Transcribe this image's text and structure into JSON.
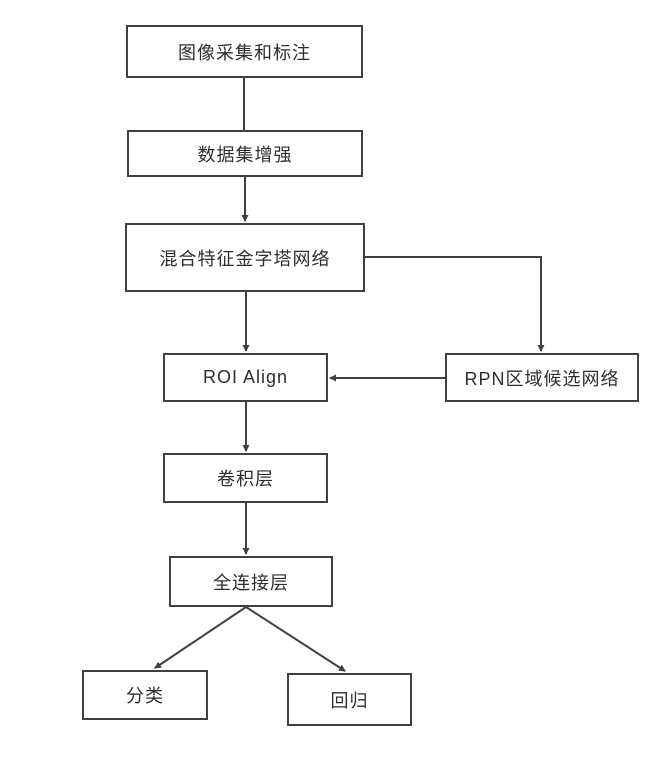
{
  "diagram": {
    "type": "flowchart",
    "nodes": [
      {
        "id": "image-collection",
        "label": "图像采集和标注"
      },
      {
        "id": "dataset-augmentation",
        "label": "数据集增强"
      },
      {
        "id": "hybrid-fpn",
        "label": "混合特征金字塔网络"
      },
      {
        "id": "roi-align",
        "label": "ROI Align"
      },
      {
        "id": "rpn",
        "label": "RPN区域候选网络"
      },
      {
        "id": "conv-layer",
        "label": "卷积层"
      },
      {
        "id": "fc-layer",
        "label": "全连接层"
      },
      {
        "id": "classification",
        "label": "分类"
      },
      {
        "id": "regression",
        "label": "回归"
      }
    ],
    "edges": [
      {
        "from": "图像采集和标注",
        "to": "数据集增强",
        "arrow": false
      },
      {
        "from": "数据集增强",
        "to": "混合特征金字塔网络",
        "arrow": true
      },
      {
        "from": "混合特征金字塔网络",
        "to": "ROI Align",
        "arrow": true
      },
      {
        "from": "混合特征金字塔网络",
        "to": "RPN区域候选网络",
        "arrow": true
      },
      {
        "from": "RPN区域候选网络",
        "to": "ROI Align",
        "arrow": true
      },
      {
        "from": "ROI Align",
        "to": "卷积层",
        "arrow": true
      },
      {
        "from": "卷积层",
        "to": "全连接层",
        "arrow": true
      },
      {
        "from": "全连接层",
        "to": "分类",
        "arrow": true
      },
      {
        "from": "全连接层",
        "to": "回归",
        "arrow": true
      }
    ],
    "colors": {
      "line": "#404040",
      "box_fill": "#ffffff",
      "text": "#2e2e2e",
      "background": "#ffffff"
    }
  }
}
